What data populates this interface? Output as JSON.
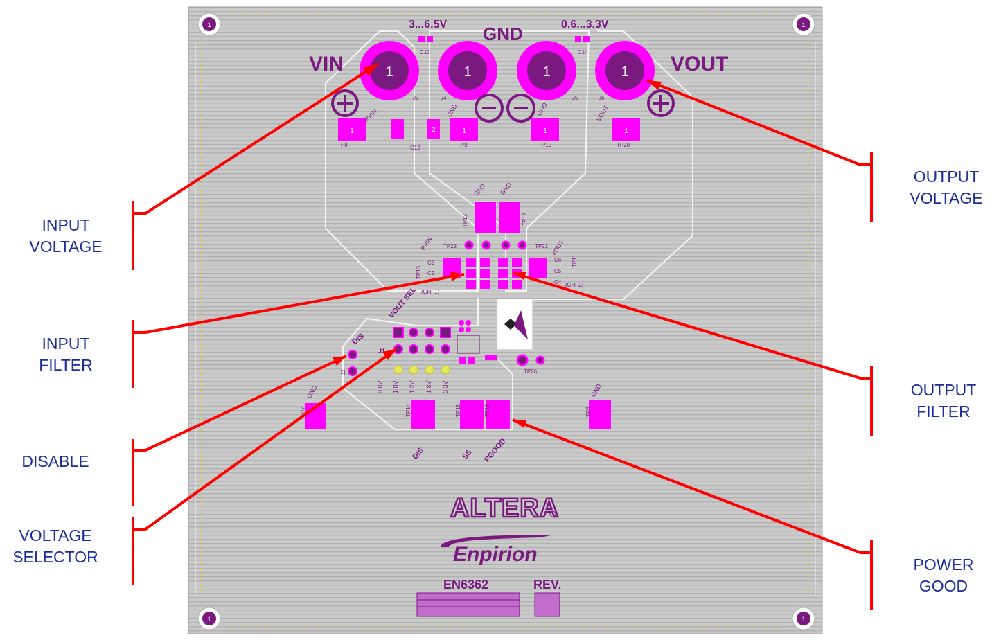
{
  "board": {
    "silkscreen": {
      "vin": "VIN",
      "vout": "VOUT",
      "gnd_top": "GND",
      "range_in": "3...6.5V",
      "range_out": "0.6...3.3V",
      "logo_altera": "ALTERA",
      "logo_enpirion": "Enpirion",
      "part_number": "EN6362",
      "rev": "REV.",
      "dis": "DIS",
      "ss": "SS",
      "pgood": "PGOOD",
      "vout_sel": "VOUT SEL",
      "j1": "J1",
      "j2": "J2",
      "chf1": "(CHF1)",
      "chf2": "(CHF2)",
      "pvin_small": "PVIN",
      "vout_small": "VOUT",
      "gnd_small": "GND",
      "tp8": "TP8",
      "tp9": "TP9",
      "tp19": "TP19",
      "tp20": "TP20",
      "tp13": "TP13",
      "tp12": "TP12",
      "tp22": "TP22",
      "tp21": "TP21",
      "tp11": "TP11",
      "tp14": "TP14",
      "tp15": "TP15",
      "tp16": "TP16",
      "tp26": "TP26",
      "tp7": "TP7",
      "tp6": "TP6",
      "j3": "J3",
      "j4": "J4",
      "j5": "J5",
      "j6": "J6",
      "c13": "C13",
      "c14": "C14",
      "c12": "C12",
      "c3": "C3",
      "c2": "C2",
      "c6": "C6",
      "c5": "C5",
      "c4": "C4",
      "pin1": "1",
      "pin2": "2",
      "sel_0_6": "0.6V",
      "sel_1_0": "1.0V",
      "sel_1_2": "1.2V",
      "sel_1_8": "1.8V",
      "sel_3_3": "3.3V"
    }
  },
  "callouts": [
    {
      "id": "input-voltage",
      "lines": [
        "INPUT",
        "VOLTAGE"
      ]
    },
    {
      "id": "input-filter",
      "lines": [
        "INPUT",
        "FILTER"
      ]
    },
    {
      "id": "disable",
      "lines": [
        "DISABLE"
      ]
    },
    {
      "id": "voltage-selector",
      "lines": [
        "VOLTAGE",
        "SELECTOR"
      ]
    },
    {
      "id": "output-voltage",
      "lines": [
        "OUTPUT",
        "VOLTAGE"
      ]
    },
    {
      "id": "output-filter",
      "lines": [
        "OUTPUT",
        "FILTER"
      ]
    },
    {
      "id": "power-good",
      "lines": [
        "POWER",
        "GOOD"
      ]
    }
  ],
  "colors": {
    "board": "#c9c9c9",
    "stripe": "#b3b3b3",
    "copper_outline": "#f2f2f2",
    "pad": "#ff00ff",
    "pad_dark": "#7a1a80",
    "silk": "#7a1a80",
    "callout_line": "#ff0000",
    "callout_text": "#1a2d9a",
    "via": "#e6e65a"
  }
}
